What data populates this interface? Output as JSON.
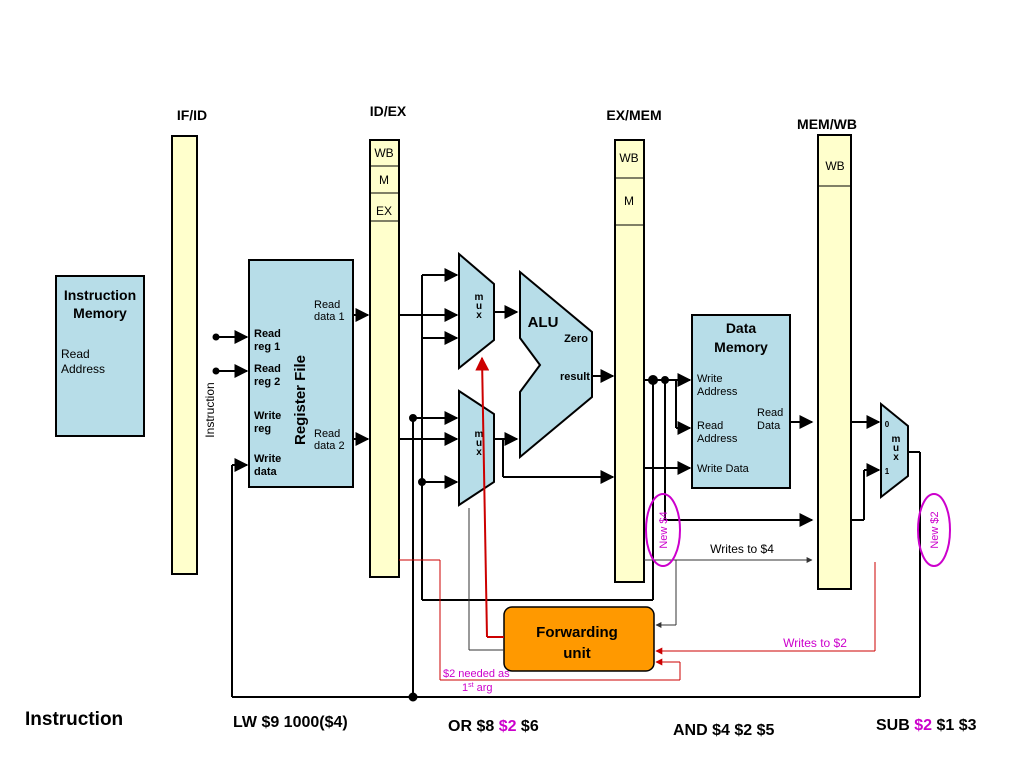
{
  "pipeline_registers": {
    "if_id": {
      "title": "IF/ID"
    },
    "id_ex": {
      "title": "ID/EX",
      "fields": [
        "WB",
        "M",
        "EX"
      ]
    },
    "ex_mem": {
      "title": "EX/MEM",
      "fields": [
        "WB",
        "M"
      ]
    },
    "mem_wb": {
      "title": "MEM/WB",
      "fields": [
        "WB"
      ]
    }
  },
  "instruction_memory": {
    "title_line1": "Instruction",
    "title_line2": "Memory",
    "read_line1": "Read",
    "read_line2": "Address"
  },
  "instruction_label": "Instruction",
  "register_file": {
    "title": "Register File",
    "read_reg1_line1": "Read",
    "read_reg1_line2": "reg 1",
    "read_reg2_line1": "Read",
    "read_reg2_line2": "reg 2",
    "write_reg_line1": "Write",
    "write_reg_line2": "reg",
    "write_data_line1": "Write",
    "write_data_line2": "data",
    "read_data1_line1": "Read",
    "read_data1_line2": "data 1",
    "read_data2_line1": "Read",
    "read_data2_line2": "data 2"
  },
  "mux_label": [
    "m",
    "u",
    "x"
  ],
  "alu": {
    "title": "ALU",
    "zero": "Zero",
    "result": "result"
  },
  "data_memory": {
    "title_line1": "Data",
    "title_line2": "Memory",
    "write_addr_line1": "Write",
    "write_addr_line2": "Address",
    "read_addr_line1": "Read",
    "read_addr_line2": "Address",
    "write_data": "Write Data",
    "read_data_line1": "Read",
    "read_data_line2": "Data"
  },
  "wb_mux": {
    "zero": "0",
    "one": "1",
    "letters": [
      "m",
      "u",
      "x"
    ]
  },
  "forwarding_unit": {
    "line1": "Forwarding",
    "line2": "unit"
  },
  "annotations": {
    "new_s4": "New $4",
    "new_s2": "New $2",
    "writes_s4": "Writes to $4",
    "writes_s2": "Writes to $2",
    "needed_line1": "$2 needed as",
    "needed_line2_a": "1",
    "needed_line2_sup": "st",
    "needed_line2_b": " arg"
  },
  "instructions": {
    "label": "Instruction",
    "lw": "LW $9 1000($4)",
    "or": {
      "op": "OR $8 ",
      "hl": "$2",
      "rest": " $6"
    },
    "and": "AND $4 $2 $5",
    "sub": {
      "op": "SUB ",
      "hl": "$2",
      "rest": " $1 $3"
    }
  },
  "colors": {
    "pipeline_register": "#ffffcc",
    "unit_fill": "#b7dde8",
    "forwarding_fill": "#ff9900",
    "forward_path": "#cc0000",
    "annotation": "#cc00cc"
  }
}
